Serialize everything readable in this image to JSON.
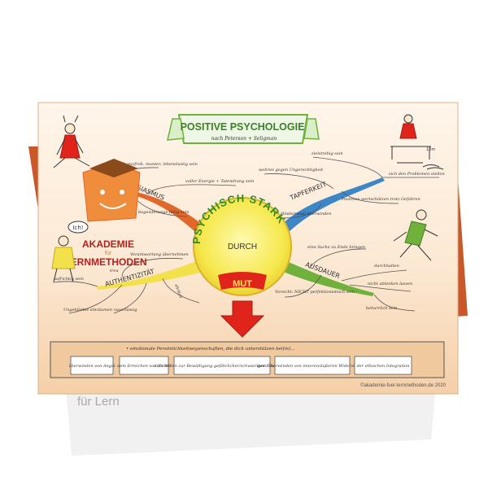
{
  "banner": {
    "title": "POSITIVE PSYCHOLOGIE",
    "subtitle": "nach Peterson + Seligman"
  },
  "center": {
    "arc_text": "PSYCHISCH STARK",
    "middle": "DURCH",
    "bottom": "MUT"
  },
  "branches": {
    "enthusiasmus": {
      "label": "ENTHUSIASMUS",
      "leaves": [
        "(lebens)froh, munter, lebenslustig sein",
        "voller Energie + Tatendrang sein",
        "begeisterungs-fähig sein"
      ]
    },
    "tapferkeit": {
      "label": "TAPFERKEIT",
      "leaves": [
        "zielstrebig sein",
        "sich den Problemen stellen",
        "wehren gegen Ungerechtigkeit",
        "Positives wertschätzen trotz Gefahren",
        "Hindernisse überwinden"
      ]
    },
    "authentizitaet": {
      "label": "AUTHENTIZITÄT",
      "leaves": [
        "Verantwortung übernehmen",
        "treu",
        "aufrichtig sein",
        "ehrlich",
        "Ungeklärtes einräumen",
        "zuverlässig"
      ]
    },
    "ausdauer": {
      "label": "AUSDAUER",
      "leaves": [
        "eine Sache zu Ende bringen",
        "durchhalten",
        "nicht ablenken lassen",
        "Vorsicht: NICHT perfektionistisch sein",
        "beharrlich sein"
      ]
    }
  },
  "logo": {
    "speech": "Ich!",
    "line1": "AKADEMIE",
    "line2": "für",
    "line3": "LERNMETHODEN"
  },
  "bottom_box": {
    "heading": "• emotionale Persönlichkeitseigenschaften, die dich unterstützen bei(m)...",
    "items": [
      "überwinden von Angst",
      "dem Erreichen von Zielen",
      "dem Willen zur Bewältigung gefährlicher/schwieriger Situationen",
      "dem Überwinden von inneren/äußeren Widerständen",
      "der ethischen Integration"
    ]
  },
  "copyright": "©akademie-fuer-lernmethoden.de 2020",
  "background_text": "für Lern",
  "colors": {
    "orange": "#e2672b",
    "blue": "#3d86c8",
    "yellow": "#f2e14b",
    "green": "#6fb13a",
    "red": "#e0241b",
    "card_bg": "#fbe6cf"
  }
}
